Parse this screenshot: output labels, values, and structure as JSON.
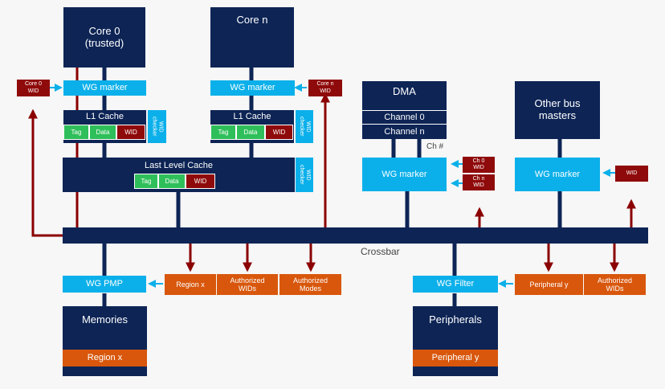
{
  "colors": {
    "navy": "#0d2455",
    "cyan": "#0bb0ea",
    "red": "#8f0a0a",
    "green": "#2fbf5a",
    "orange": "#d8570c",
    "wire": "#8b0000"
  },
  "core0": {
    "title": "Core 0\n(trusted)",
    "wid": "Core 0\nWID",
    "marker": "WG marker"
  },
  "coren": {
    "title": "Core n",
    "wid": "Core n\nWID",
    "marker": "WG marker"
  },
  "l1": {
    "title": "L1   Cache",
    "tag": "Tag",
    "data": "Data",
    "wid": "WID",
    "checker": "WID\nchecker"
  },
  "llc": {
    "title": "Last Level Cache",
    "tag": "Tag",
    "data": "Data",
    "wid": "WID",
    "checker": "WID\nchecker"
  },
  "dma": {
    "title": "DMA",
    "ch0": "Channel 0",
    "chn": "Channel n",
    "ch_label": "Ch #",
    "marker": "WG marker",
    "ch0_wid": "Ch 0\nWID",
    "chn_wid": "Ch n\nWID"
  },
  "other": {
    "title": "Other bus\nmasters",
    "marker": "WG marker",
    "wid": "WID"
  },
  "crossbar": "Crossbar",
  "mem": {
    "pmp": "WG PMP",
    "region": "Region x",
    "auth_wids": "Authorized\nWIDs",
    "auth_modes": "Authorized\nModes",
    "title": "Memories",
    "region_box": "Region x"
  },
  "periph": {
    "filter": "WG Filter",
    "periph": "Peripheral y",
    "auth_wids": "Authorized\nWIDs",
    "title": "Peripherals",
    "periph_box": "Peripheral y"
  }
}
